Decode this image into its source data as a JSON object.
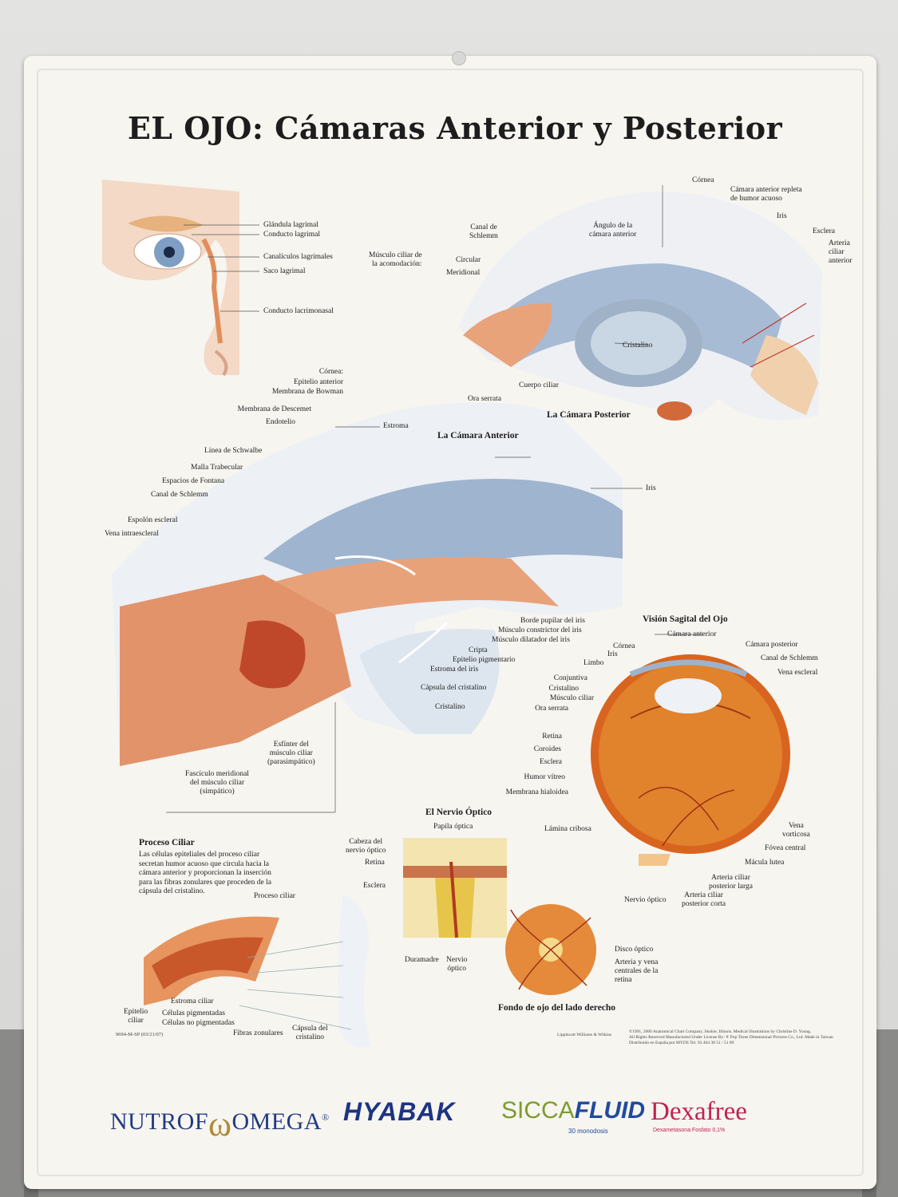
{
  "title": "EL OJO: Cámaras Anterior y Posterior",
  "lacrimal_labels": [
    "Glándula lagrimal",
    "Conducto lagrimal",
    "Canalículos lagrimales",
    "Saco lagrimal",
    "Conducto lacrimonasal"
  ],
  "posterior": {
    "heading": "La Cámara Posterior",
    "labels": {
      "cornea": "Córnea",
      "camara_anterior": "Cámara anterior repleta\nde humor acuoso",
      "iris": "Iris",
      "esclera": "Esclera",
      "arteria": "Arteria\nciliar\nanterior",
      "canal": "Canal de\nSchlemm",
      "angulo": "Ángulo de la\ncámara anterior",
      "musculo": "Músculo ciliar de\nla acomodación:",
      "circular": "Circular",
      "meridional": "Meridional",
      "cristalino": "Cristalino",
      "cuerpo_ciliar": "Cuerpo ciliar",
      "ora_serrata": "Ora serrata"
    }
  },
  "anterior": {
    "heading": "La Cámara Anterior",
    "labels": {
      "cornea": "Córnea:",
      "epitelio": "Epitelio anterior",
      "bowman": "Membrana de Bowman",
      "descemet": "Membrana de Descemet",
      "endotelio": "Endotelio",
      "estroma": "Estroma",
      "schwalbe": "Línea de Schwalbe",
      "malla": "Malla Trabecular",
      "fontana": "Espacios de Fontana",
      "schlemm": "Canal de Schlemm",
      "espolon": "Espolón escleral",
      "vena": "Vena intraescleral",
      "iris": "Iris",
      "borde": "Borde pupilar del iris",
      "constrictor": "Músculo constrictor del iris",
      "dilatador": "Músculo dilatador del iris",
      "cripta": "Cripta",
      "epitelio_pig": "Epitelio pigmentario",
      "estroma_iris": "Estroma del iris",
      "capsula": "Cápsula del cristalino",
      "cristalino": "Cristalino",
      "esfinter": "Esfínter del\nmúsculo ciliar\n(parasimpático)",
      "fasciculo": "Fascículo meridional\ndel músculo ciliar\n(simpático)"
    }
  },
  "sagital": {
    "heading": "Visión Sagital del Ojo",
    "labels": {
      "camara_anterior": "Cámara anterior",
      "camara_posterior": "Cámara posterior",
      "cornea": "Córnea",
      "iris": "Iris",
      "limbo": "Limbo",
      "canal": "Canal de Schlemm",
      "vena_escleral": "Vena escleral",
      "conjuntiva": "Conjuntiva",
      "cristalino": "Cristalino",
      "musculo": "Músculo ciliar",
      "ora": "Ora serrata",
      "retina": "Retina",
      "coroides": "Coroides",
      "esclera": "Esclera",
      "humor": "Humor vítreo",
      "membrana": "Membrana hialoidea",
      "vena_vorticosa": "Vena\nvorticosa",
      "fovea": "Fóvea central",
      "macula": "Mácula lutea",
      "arteria_larga": "Arteria ciliar\nposterior larga",
      "arteria_corta": "Arteria ciliar\nposterior corta",
      "nervio": "Nervio óptico"
    }
  },
  "proceso": {
    "heading": "Proceso Ciliar",
    "text": "Las células epiteliales del proceso ciliar\nsecretan humor acuoso que circula hacia la\ncámara anterior y proporcionan la inserción\npara las fibras zonulares que proceden de la\ncápsula del cristalino.",
    "labels": {
      "proceso": "Proceso ciliar",
      "estroma": "Estroma ciliar",
      "epitelio": "Epitelio\nciliar",
      "pig": "Células pigmentadas",
      "nopig": "Células no pigmentadas",
      "fibras": "Fibras zonulares",
      "capsula": "Cápsula del\ncristalino"
    }
  },
  "nervio": {
    "heading": "El Nervio Óptico",
    "labels": {
      "papila": "Papila óptica",
      "lamina": "Lámina cribosa",
      "cabeza": "Cabeza del\nnervio óptico",
      "retina": "Retina",
      "esclera": "Esclera",
      "duramadre": "Duramadre",
      "nervio": "Nervio\nóptico"
    }
  },
  "fondo": {
    "heading": "Fondo de ojo del lado derecho",
    "labels": {
      "disco": "Disco óptico",
      "arteria": "Arteria y vena\ncentrales de la\nretina"
    }
  },
  "footer": {
    "code": "9694-M-SP (03/21/07)",
    "publisher": "Lippincott Williams & Wilkins",
    "copyright": "©1991, 2000 Anatomical Chart Company, Skokie, Illinois. Medical illustrations by Christine D. Young.\nAll Rights Reserved Manufactured Under License By: ® Pop Three Dimensional Pictures Co., Ltd. Made in Taiwan\nDistribuido en España por MYDS Tel. 93 464 38 51 / 51 89"
  },
  "logos": {
    "nutrof_a": "NUTROF",
    "nutrof_omega": "ω",
    "nutrof_b": "OMEGA",
    "nutrof_reg": "®",
    "hyabak": "HYABAK",
    "sicca_a": "SICCA",
    "sicca_b": "FLUID",
    "sicca_sub": "30 monodosis",
    "dexa": "Dexafree",
    "dexa_sub": "Dexametasona Fosfato 0,1%"
  },
  "colors": {
    "iris_blue": "#8fa8c4",
    "tissue_orange": "#e08e5c",
    "retina_orange": "#d9641f",
    "brand_blue": "#1e3483",
    "brand_pink": "#c2224f"
  }
}
